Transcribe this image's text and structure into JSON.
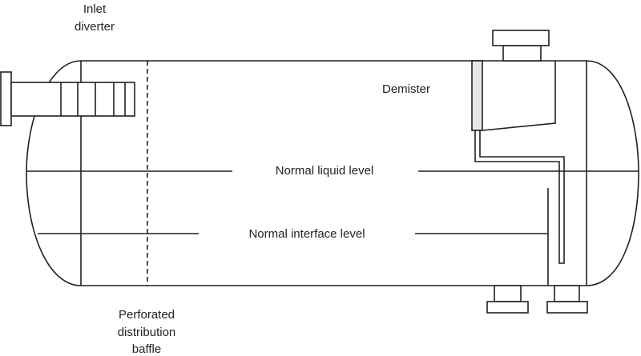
{
  "labels": {
    "inlet_diverter": [
      "Inlet",
      "diverter"
    ],
    "demister": "Demister",
    "normal_liquid_level": "Normal liquid level",
    "normal_interface_level": "Normal interface level",
    "perforated_baffle": [
      "Perforated",
      "distribution",
      "baffle"
    ]
  },
  "colors": {
    "line": "#231f20",
    "background": "#ffffff",
    "demister_fill": "#e8e8e8"
  }
}
